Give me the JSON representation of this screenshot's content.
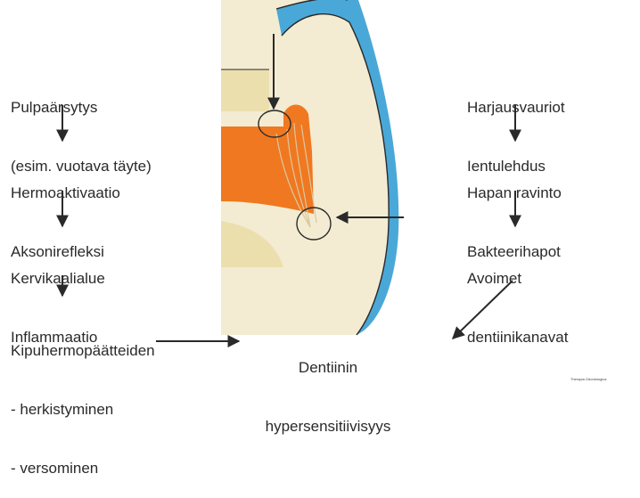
{
  "left_chain": {
    "step1": {
      "line1": "Pulpaärsytys",
      "line2": "(esim. vuotava täyte)"
    },
    "step2": {
      "line1": "Hermoaktivaatio",
      "line2": "Aksonirefleksi"
    },
    "step3": {
      "line1": "Kervikaalialue",
      "line2": "Inflammaatio"
    },
    "step4": {
      "line1": "Kipuhermopäätteiden",
      "line2": "- herkistyminen",
      "line3": "- versominen"
    }
  },
  "right_chain": {
    "step1": {
      "line1": "Harjausvauriot",
      "line2": "Ientulehdus"
    },
    "step2": {
      "line1": "Hapan ravinto",
      "line2": "Bakteerihapot"
    },
    "step3": {
      "line1": "Avoimet",
      "line2": "dentiinikanavat"
    }
  },
  "result": {
    "line1": "Dentiinin",
    "line2": "hypersensitiivisyys"
  },
  "credit": "Therapia Odontologica",
  "colors": {
    "enamel": "#4aa8d8",
    "dentin": "#f3ecd2",
    "pulp": "#f07820",
    "root_cementum": "#ecdfae",
    "outline": "#2a2a2a",
    "nerve": "#d9c9a0"
  }
}
